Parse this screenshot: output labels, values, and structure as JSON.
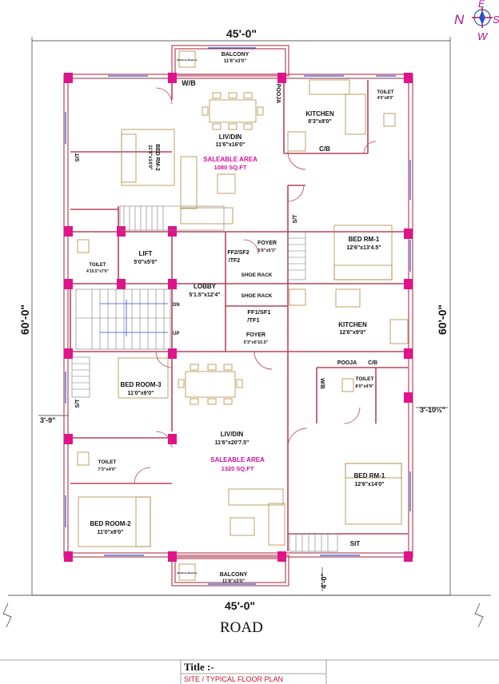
{
  "compass": {
    "n": "N",
    "e": "E",
    "s": "S",
    "w": "W"
  },
  "dimensions": {
    "top_width": "45'-0\"",
    "bottom_width": "45'-0\"",
    "left_depth": "60'-0\"",
    "right_depth": "60'-0\"",
    "left_offset": "3'-9\"",
    "right_offset": "3'-10½\"",
    "bottom_offset": "4'-0\""
  },
  "road": "ROAD",
  "title_block": {
    "title": "Title :-",
    "subtitle": "SITE / TYPICAL FLOOR PLAN"
  },
  "labels": {
    "balcony_top": "BALCONY",
    "balcony_top_size": "11'6\"x3'0\"",
    "wb_top": "W/B",
    "pooja_top": "POOJA",
    "kitchen_top": "KITCHEN",
    "kitchen_top_size": "8'3\"x8'0\"",
    "cb_top": "C/B",
    "toilet_top_right": "TOILET",
    "toilet_top_right_size": "4'0\"x8'0\"",
    "livdin_top": "LIV/DIN",
    "livdin_top_size": "11'6\"x16'0\"",
    "saleable_top": "SALEABLE AREA",
    "saleable_top_value": "1080 SQ.FT",
    "bedrm2_top": "BED RM-2",
    "bedrm2_top_size": "11'0\"x14'0\"",
    "sit_top_left": "SIT",
    "bedrm1_top": "BED RM-1",
    "bedrm1_top_size": "12'6\"x13'4.5\"",
    "st_top": "S/T",
    "toilet_left_top": "TOILET",
    "toilet_left_top_size": "4'10.5\"x7'6\"",
    "lift": "LIFT",
    "lift_size": "5'0\"x5'0\"",
    "ff2": "FF2/SF2",
    "tf2": "/TF2",
    "foyer_top": "FOYER",
    "foyer_top_size": "5'6\"x5'3\"",
    "shoe_rack_1": "SHOE RACK",
    "shoe_rack_2": "SHOE RACK",
    "lobby": "LOBBY",
    "lobby_size": "5'1.5\"x12'4\"",
    "dn": "DN",
    "up": "UP",
    "ff1": "FF1/SF1",
    "tf1": "/TF1",
    "foyer_bot": "FOYER",
    "foyer_bot_size": "5'3\"x6'10.5\"",
    "kitchen_bot": "KITCHEN",
    "kitchen_bot_size": "12'6\"x9'0\"",
    "pooja_bot": "POOJA",
    "cb_bot": "C/B",
    "wb_bot": "W/B",
    "toilet_bot_right": "TOILET",
    "toilet_bot_right_size": "8'0\"x4'9\"",
    "bedroom3": "BED ROOM-3",
    "bedroom3_size": "11'0\"x9'0\"",
    "st_bot": "S/T",
    "livdin_bot": "LIV/DIN",
    "livdin_bot_size": "11'6\"x20'7.5\"",
    "saleable_bot": "SALEABLE AREA",
    "saleable_bot_value": "1320 SQ.FT",
    "toilet_left_bot": "TOILET",
    "toilet_left_bot_size": "7'3\"x4'0\"",
    "bedroom2_bot": "BED ROOM-2",
    "bedroom2_bot_size": "11'0\"x9'0\"",
    "bedrm1_bot": "BED RM-1",
    "bedrm1_bot_size": "12'6\"x14'0\"",
    "sit_bot": "SIT",
    "balcony_bot": "BALCONY",
    "balcony_bot_size": "11'6\"x3'0\"",
    "washing_machine": "Washing Machine"
  },
  "colors": {
    "wall": "#b5455a",
    "column": "#e0148a",
    "saleable": "#d0109a",
    "compass": "#b0128a",
    "blue": "#2a52c8",
    "furniture": "#b08a40"
  }
}
